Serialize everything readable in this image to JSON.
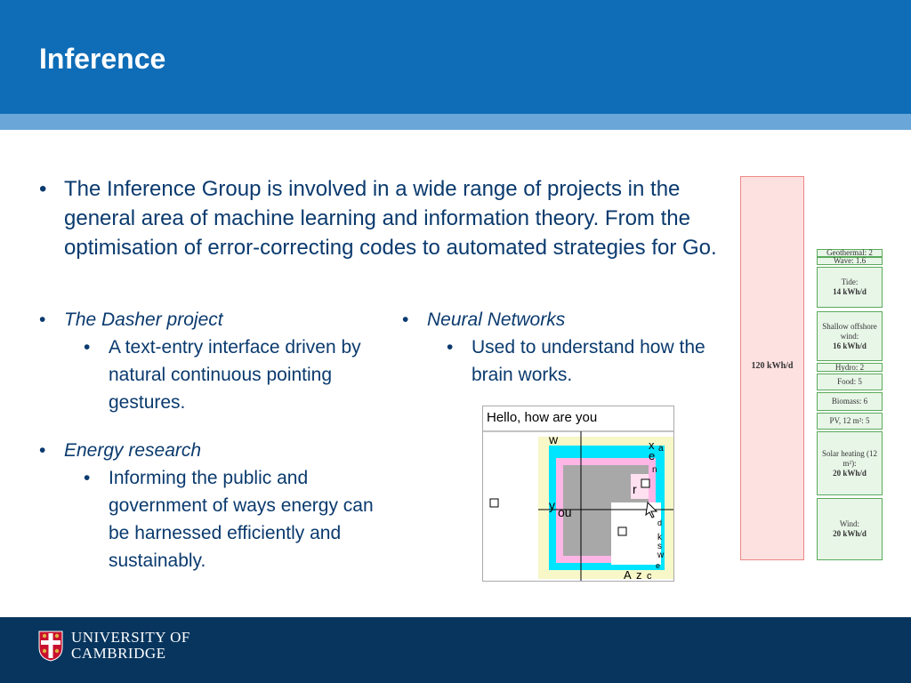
{
  "slide": {
    "title": "Inference"
  },
  "content": {
    "main_bullet": "The Inference Group is involved in a wide range of projects in the general area of machine learning and information theory. From the optimisation of error-correcting codes to automated strategies for Go.",
    "projects": [
      {
        "title": "The Dasher project",
        "detail": "A text-entry interface driven by natural continuous pointing gestures."
      },
      {
        "title": "Neural Networks",
        "detail": "Used to understand how the brain works."
      },
      {
        "title": "Energy research",
        "detail": "Informing the public and government of ways energy can be harnessed efficiently and sustainably."
      }
    ]
  },
  "energy_chart": {
    "total_label": "120 kWh/d",
    "segments": [
      {
        "line1": "Geothermal: 2",
        "line2": ""
      },
      {
        "line1": "Wave: 1.6",
        "line2": ""
      },
      {
        "line1": "Tide:",
        "line2": "14 kWh/d"
      },
      {
        "line1": "Shallow offshore wind:",
        "line2": "16 kWh/d"
      },
      {
        "line1": "Hydro: 2",
        "line2": ""
      },
      {
        "line1": "Food: 5",
        "line2": ""
      },
      {
        "line1": "Biomass: 6",
        "line2": ""
      },
      {
        "line1": "PV, 12 m²: 5",
        "line2": ""
      },
      {
        "line1": "Solar heating (12 m²):",
        "line2": "20 kWh/d"
      },
      {
        "line1": "Wind:",
        "line2": "20 kWh/d"
      }
    ]
  },
  "dasher": {
    "typed_text": "Hello, how are you",
    "letters": [
      "w",
      "x",
      "a",
      "e",
      "n",
      "r",
      "y",
      "ou",
      "A",
      "z",
      "c",
      "s",
      "w",
      "k",
      "d",
      "e"
    ]
  },
  "footer": {
    "logo_line1": "UNIVERSITY OF",
    "logo_line2": "CAMBRIDGE"
  },
  "colors": {
    "header": "#0f6db7",
    "stripe": "#6aa6d8",
    "text": "#0a3a6e",
    "footer": "#07355e"
  }
}
